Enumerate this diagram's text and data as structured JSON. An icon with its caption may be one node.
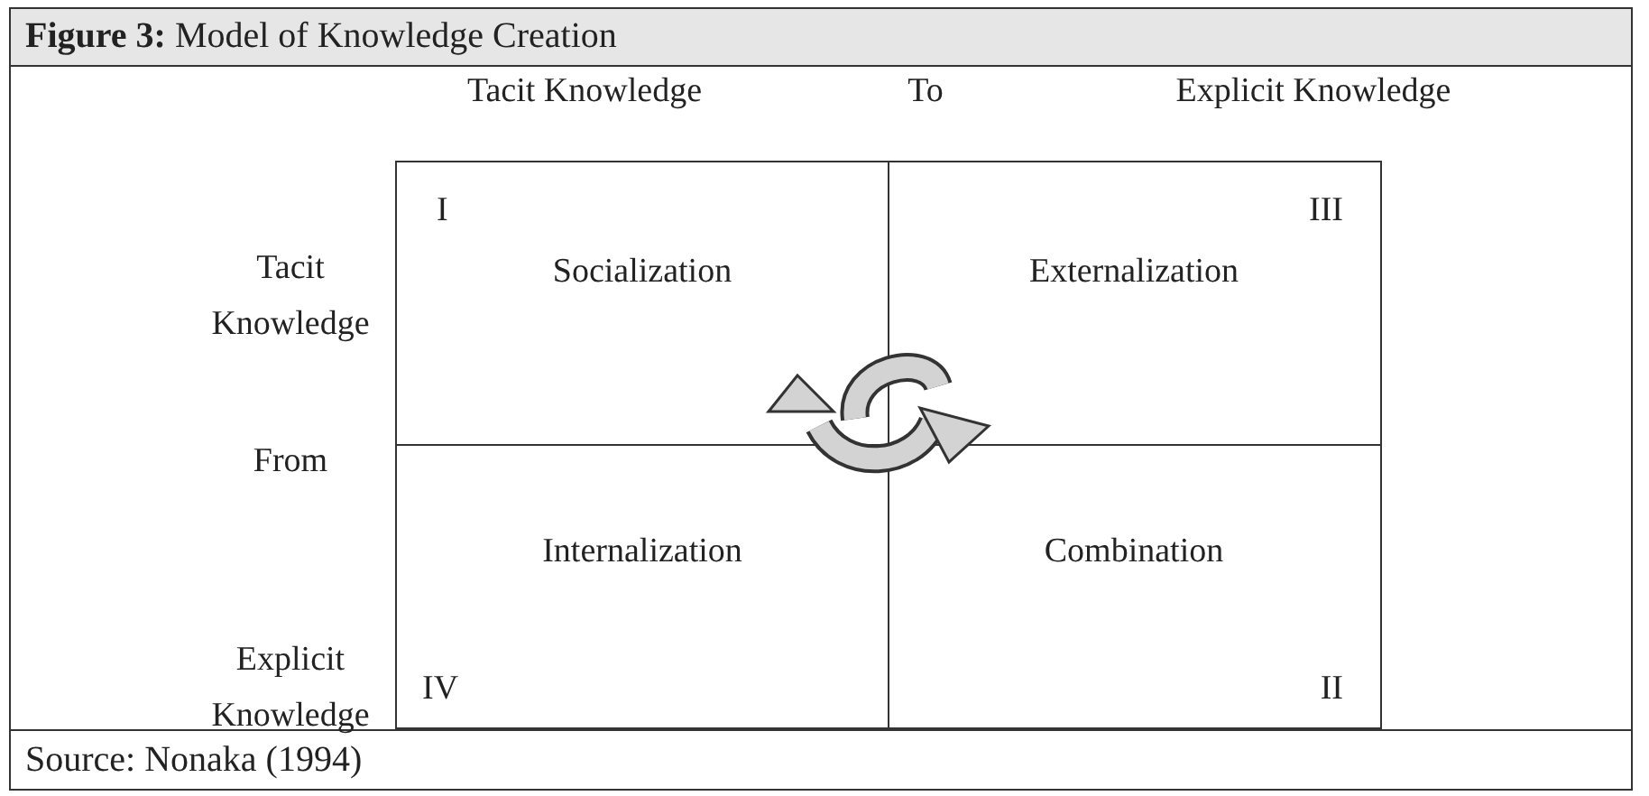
{
  "diagram": {
    "title": "**Figure 3:** Model of Knowledge Creation",
    "caption": "Source: Nonaka (1994)",
    "nodes": [
      {
        "text": [
          "I",
          "Socialization"
        ]
      },
      {
        "text": [
          "III",
          "Externalization"
        ]
      },
      {
        "text": [
          "Internalization",
          "IV"
        ]
      },
      {
        "text": [
          "Combination",
          "II"
        ]
      }
    ],
    "edges": [],
    "labels": [
      "Tacit Knowledge",
      "To",
      "Explicit Knowledge",
      "Tacit Knowledge",
      "From",
      "Explicit Knowledge"
    ]
  }
}
